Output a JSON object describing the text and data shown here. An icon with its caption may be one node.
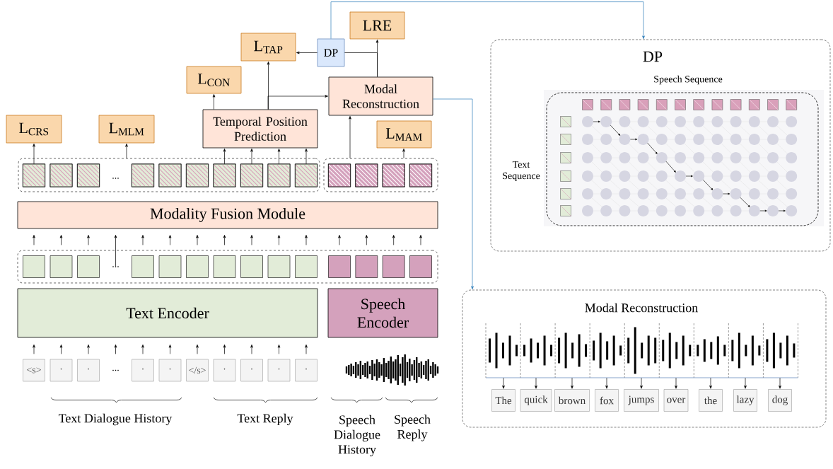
{
  "diagram": {
    "nodes": [
      {
        "text": [
          "L$_{CRS}$"
        ]
      },
      {
        "text": [
          "L$_{MLM}$"
        ]
      },
      {
        "text": [
          "L$_{CON}$"
        ]
      },
      {
        "text": [
          "L$_{TAP}$"
        ]
      },
      {
        "text": [
          "DP"
        ]
      },
      {
        "text": [
          "LRE"
        ]
      },
      {
        "text": [
          "Temporal Position Prediction"
        ]
      },
      {
        "text": [
          "Modal Reconstruction"
        ]
      },
      {
        "text": [
          "L$_{MAM}$"
        ]
      },
      {
        "text": [],
        "shape": "box"
      },
      {
        "text": [],
        "shape": "box",
        "in": 9
      },
      {
        "text": [],
        "shape": "box",
        "in": 9
      },
      {
        "text": [],
        "shape": "box",
        "in": 9
      },
      {
        "text": [],
        "shape": "box",
        "in": 9
      },
      {
        "text": [],
        "shape": "box",
        "in": 9
      },
      {
        "text": [],
        "shape": "box",
        "in": 9
      },
      {
        "text": [],
        "shape": "box",
        "in": 9
      },
      {
        "text": [],
        "shape": "box",
        "in": 9
      },
      {
        "text": [],
        "shape": "box",
        "in": 9
      },
      {
        "text": [],
        "shape": "box",
        "in": 9
      },
      {
        "text": [],
        "shape": "box"
      },
      {
        "text": [],
        "shape": "box",
        "in": 20
      },
      {
        "text": [],
        "shape": "box",
        "in": 20
      },
      {
        "text": [],
        "shape": "box",
        "in": 20
      },
      {
        "text": [],
        "shape": "box",
        "in": 20
      },
      {
        "text": [
          "Modality Fusion Module"
        ]
      },
      {
        "text": [],
        "shape": "box"
      },
      {
        "text": [],
        "shape": "box",
        "in": 26
      },
      {
        "text": [],
        "shape": "box",
        "in": 26
      },
      {
        "text": [],
        "shape": "box",
        "in": 26
      },
      {
        "text": [
          "..."
        ],
        "in": 26
      },
      {
        "text": [],
        "shape": "box",
        "in": 26
      },
      {
        "text": [],
        "shape": "box",
        "in": 26
      },
      {
        "text": [],
        "shape": "box",
        "in": 26
      },
      {
        "text": [],
        "shape": "box",
        "in": 26
      },
      {
        "text": [],
        "shape": "box",
        "in": 26
      },
      {
        "text": [],
        "shape": "box",
        "in": 26
      },
      {
        "text": [],
        "shape": "box",
        "in": 26
      },
      {
        "text": [],
        "shape": "box",
        "in": 26
      },
      {
        "text": [],
        "shape": "box",
        "in": 26
      },
      {
        "text": [],
        "shape": "box",
        "in": 26
      },
      {
        "text": [],
        "shape": "box",
        "in": 26
      },
      {
        "text": [
          "Text Encoder"
        ]
      },
      {
        "text": [
          "Speech Encoder"
        ]
      },
      {
        "text": [
          "<s>"
        ]
      },
      {
        "text": [
          "·"
        ]
      },
      {
        "text": [
          "·"
        ]
      },
      {
        "text": [
          "..."
        ]
      },
      {
        "text": [
          "·"
        ]
      },
      {
        "text": [
          "·"
        ]
      },
      {
        "text": [
          "</s>"
        ]
      },
      {
        "text": [
          "·"
        ]
      },
      {
        "text": [
          "·"
        ]
      },
      {
        "text": [
          "·"
        ]
      },
      {
        "text": [
          "·"
        ]
      },
      {
        "text": [
          "DP",
          "Speech Sequence",
          "Text Sequence"
        ]
      },
      {
        "text": [
          "Modal Reconstruction"
        ]
      },
      {
        "text": [],
        "shape": "picture",
        "in": 56
      },
      {
        "text": [],
        "shape": "picture",
        "in": 56
      },
      {
        "text": [],
        "shape": "picture",
        "in": 56
      },
      {
        "text": [],
        "shape": "picture",
        "in": 56
      },
      {
        "text": [],
        "shape": "picture",
        "in": 56
      },
      {
        "text": [],
        "shape": "picture",
        "in": 56
      },
      {
        "text": [],
        "shape": "picture",
        "in": 56
      },
      {
        "text": [],
        "shape": "picture",
        "in": 56
      },
      {
        "text": [],
        "shape": "picture",
        "in": 56
      },
      {
        "text": [
          "The"
        ],
        "in": 56
      },
      {
        "text": [
          "quick"
        ],
        "in": 56
      },
      {
        "text": [
          "brown"
        ],
        "in": 56
      },
      {
        "text": [
          "fox"
        ],
        "in": 56
      },
      {
        "text": [
          "jumps"
        ],
        "in": 56
      },
      {
        "text": [
          "over"
        ],
        "in": 56
      },
      {
        "text": [
          "the"
        ],
        "in": 56
      },
      {
        "text": [
          "lazy"
        ],
        "in": 56
      },
      {
        "text": [
          "dog"
        ],
        "in": 56
      }
    ],
    "edges": [
      {
        "from": 10,
        "to": 0,
        "arrow": "to"
      },
      {
        "from": 9,
        "to": 1,
        "arrow": "to"
      },
      {
        "from": 16,
        "to": 6,
        "arrow": "to"
      },
      {
        "from": 17,
        "to": 6,
        "arrow": "to"
      },
      {
        "from": 18,
        "to": 6,
        "arrow": "to"
      },
      {
        "from": 19,
        "to": 6,
        "arrow": "to"
      },
      {
        "from": 6,
        "to": 2,
        "arrow": "to"
      },
      {
        "from": 6,
        "to": 3,
        "arrow": "to"
      },
      {
        "from": 6,
        "to": 7,
        "arrow": "to"
      },
      {
        "from": 20,
        "to": 7,
        "arrow": "to"
      },
      {
        "from": 20,
        "to": 8,
        "arrow": "to"
      },
      {
        "from": 7,
        "to": 5,
        "arrow": "to"
      },
      {
        "from": 7,
        "to": 4,
        "arrow": "none"
      },
      {
        "from": 4,
        "to": 3,
        "arrow": "to"
      },
      {
        "from": 4,
        "to": 55,
        "arrow": "to",
        "color": "#2b7bb9"
      },
      {
        "from": 7,
        "to": 56,
        "arrow": "to",
        "color": "#2b7bb9"
      },
      {
        "from": 27,
        "to": 25,
        "arrow": "to"
      },
      {
        "from": 28,
        "to": 25,
        "arrow": "to"
      },
      {
        "from": 29,
        "to": 25,
        "arrow": "to"
      },
      {
        "from": 30,
        "to": 25,
        "arrow": "to"
      },
      {
        "from": 31,
        "to": 25,
        "arrow": "to"
      },
      {
        "from": 32,
        "to": 25,
        "arrow": "to"
      },
      {
        "from": 33,
        "to": 25,
        "arrow": "to"
      },
      {
        "from": 34,
        "to": 25,
        "arrow": "to"
      },
      {
        "from": 35,
        "to": 25,
        "arrow": "to"
      },
      {
        "from": 36,
        "to": 25,
        "arrow": "to"
      },
      {
        "from": 37,
        "to": 25,
        "arrow": "to"
      },
      {
        "from": 38,
        "to": 25,
        "arrow": "to"
      },
      {
        "from": 39,
        "to": 25,
        "arrow": "to"
      },
      {
        "from": 40,
        "to": 25,
        "arrow": "to"
      },
      {
        "from": 41,
        "to": 25,
        "arrow": "to"
      },
      {
        "from": 44,
        "to": 42,
        "arrow": "to"
      },
      {
        "from": 45,
        "to": 42,
        "arrow": "to"
      },
      {
        "from": 46,
        "to": 42,
        "arrow": "to"
      },
      {
        "from": 47,
        "to": 42,
        "arrow": "to"
      },
      {
        "from": 48,
        "to": 42,
        "arrow": "to"
      },
      {
        "from": 49,
        "to": 42,
        "arrow": "to"
      },
      {
        "from": 50,
        "to": 42,
        "arrow": "to"
      },
      {
        "from": 51,
        "to": 42,
        "arrow": "to"
      },
      {
        "from": 52,
        "to": 42,
        "arrow": "to"
      },
      {
        "from": 53,
        "to": 42,
        "arrow": "to"
      },
      {
        "from": 54,
        "to": 42,
        "arrow": "to"
      },
      {
        "from": 57,
        "to": 66,
        "arrow": "to"
      },
      {
        "from": 58,
        "to": 67,
        "arrow": "to"
      },
      {
        "from": 59,
        "to": 68,
        "arrow": "to"
      },
      {
        "from": 60,
        "to": 69,
        "arrow": "to"
      },
      {
        "from": 61,
        "to": 70,
        "arrow": "to"
      },
      {
        "from": 62,
        "to": 71,
        "arrow": "to"
      },
      {
        "from": 63,
        "to": 72,
        "arrow": "to"
      },
      {
        "from": 64,
        "to": 73,
        "arrow": "to"
      },
      {
        "from": 65,
        "to": 74,
        "arrow": "to"
      }
    ],
    "labels": [
      "...",
      "Text Dialogue History",
      "Text Reply",
      "Speech Dialogue History",
      "Speech Reply"
    ]
  }
}
